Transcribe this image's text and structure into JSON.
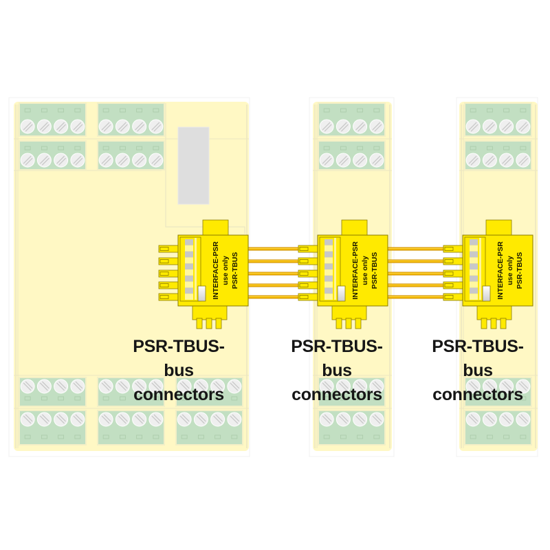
{
  "diagram": {
    "title": "PSR-TBUS bus connectors linking INTERFACE-PSR modules",
    "colors": {
      "module_housing": "#fff8c4",
      "module_outline": "#ebe6c2",
      "terminal_block": "#c2dfc2",
      "terminal_outline": "#f3efc6",
      "screw": "#efefef",
      "window": "#dedede",
      "connector": "#ffea00",
      "connector_outline": "#8a7a00",
      "wire": "#f0b400",
      "label_text": "#161616"
    },
    "modules": [
      {
        "name": "wide-module",
        "terminal_blocks_top": 4,
        "terminal_blocks_bottom": 6,
        "screws_per_block": 4,
        "has_window": true
      },
      {
        "name": "narrow-module-1",
        "terminal_blocks_top": 2,
        "terminal_blocks_bottom": 2,
        "screws_per_block": 4,
        "has_window": false
      },
      {
        "name": "narrow-module-2",
        "terminal_blocks_top": 2,
        "terminal_blocks_bottom": 2,
        "screws_per_block": 4,
        "has_window": false
      }
    ],
    "connectors": [
      {
        "line1": "INTERFACE-PSR",
        "line2": "use only",
        "line3": "PSR-TBUS",
        "pins": 5
      },
      {
        "line1": "INTERFACE-PSR",
        "line2": "use only",
        "line3": "PSR-TBUS",
        "pins": 5
      },
      {
        "line1": "INTERFACE-PSR",
        "line2": "use only",
        "line3": "PSR-TBUS",
        "pins": 5
      }
    ],
    "wire_links": [
      {
        "from": "connector-1",
        "to": "connector-2",
        "wires": 5
      },
      {
        "from": "connector-2",
        "to": "connector-3",
        "wires": 5
      }
    ],
    "labels": [
      {
        "line1": "PSR-TBUS-",
        "line2": "bus",
        "line3": "connectors"
      },
      {
        "line1": "PSR-TBUS-",
        "line2": "bus",
        "line3": "connectors"
      },
      {
        "line1": "PSR-TBUS-",
        "line2": "bus",
        "line3": "connectors"
      }
    ]
  }
}
